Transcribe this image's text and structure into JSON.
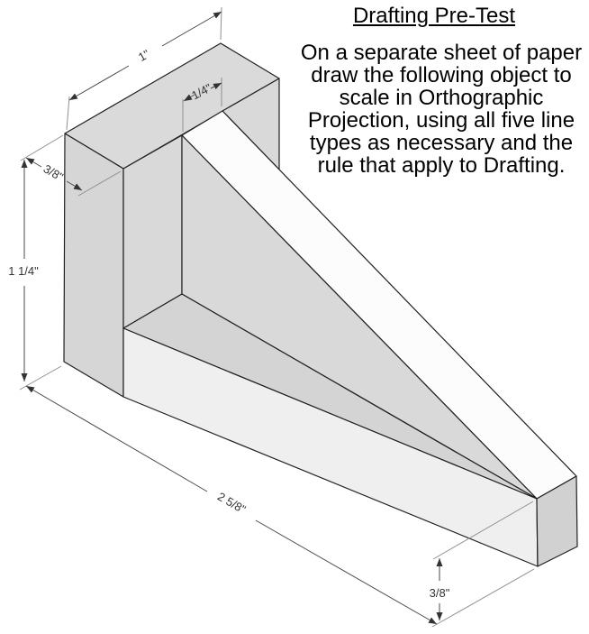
{
  "header": {
    "title": "Drafting Pre-Test"
  },
  "instructions": {
    "lines": [
      "On a separate sheet of paper",
      "draw the following object to",
      "scale in Orthographic",
      "Projection, using all five line",
      "types as necessary and the",
      "rule that apply to Drafting."
    ]
  },
  "drawing": {
    "labels": {
      "top_width": "1\"",
      "rib_thickness": "1/4\"",
      "plate_thickness": "3/8\"",
      "height": "1 1/4\"",
      "overall_length": "2 5/8\"",
      "end_height": "3/8\""
    },
    "colors": {
      "top": "#dadada",
      "left": "#d6d6d6",
      "front": "#d9d9d9",
      "rib": "#d9d9d9",
      "sliver": "#d9d9d9",
      "base_top": "#d4d4d4",
      "base_front": "#efefef",
      "strip": "#fcfcfc",
      "end": "#d1d1d1"
    }
  }
}
